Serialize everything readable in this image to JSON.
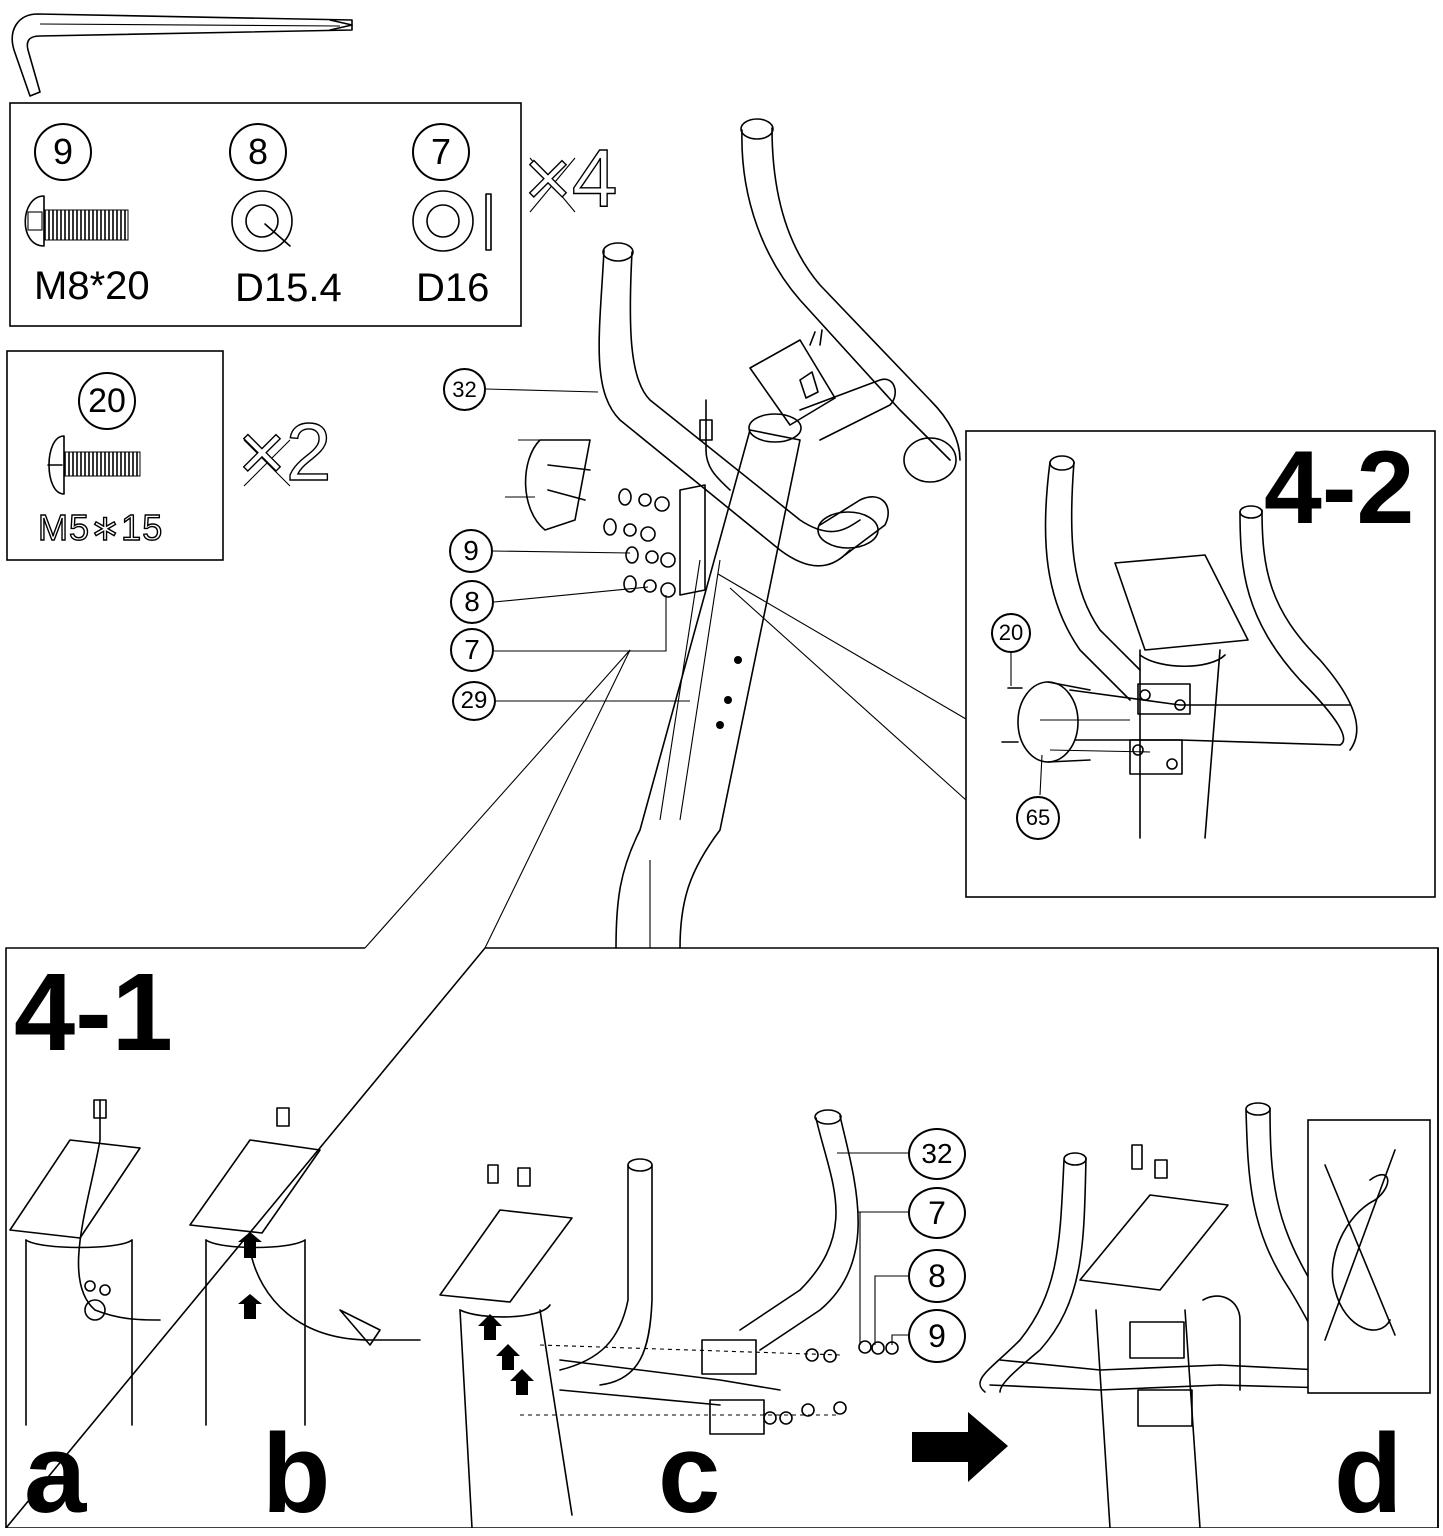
{
  "hardware_box_1": {
    "multiplier": "×4",
    "parts": [
      {
        "number": "9",
        "spec": "M8*20",
        "kind": "bolt"
      },
      {
        "number": "8",
        "spec": "D15.4",
        "kind": "spring-washer"
      },
      {
        "number": "7",
        "spec": "D16",
        "kind": "flat-washer"
      }
    ]
  },
  "hardware_box_2": {
    "multiplier": "×2",
    "parts": [
      {
        "number": "20",
        "spec": "M5∗15",
        "kind": "screw"
      }
    ]
  },
  "main_callouts": {
    "handlebar": "32",
    "bolt": "9",
    "spring_washer": "8",
    "flat_washer": "7",
    "upright": "29"
  },
  "detail_4_2": {
    "title": "4-2",
    "screw": "20",
    "cover": "65"
  },
  "detail_4_1": {
    "title": "4-1",
    "steps": [
      "a",
      "b",
      "c",
      "d"
    ],
    "callouts": {
      "handlebar": "32",
      "flat_washer": "7",
      "spring_washer": "8",
      "bolt": "9"
    }
  }
}
